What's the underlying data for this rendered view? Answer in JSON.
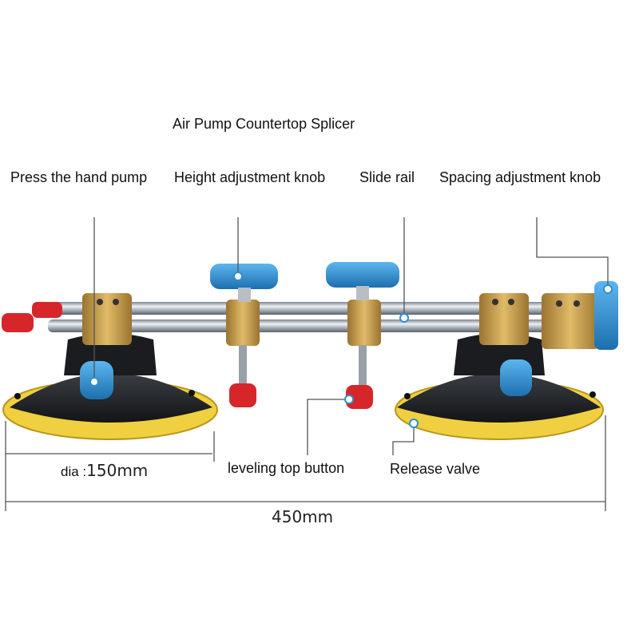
{
  "title": "Air Pump Countertop Splicer",
  "labels": {
    "hand_pump": "Press the hand pump",
    "height_knob": "Height adjustment knob",
    "slide_rail": "Slide rail",
    "spacing_knob": "Spacing adjustment knob",
    "leveling_button": "leveling top button",
    "release_valve": "Release valve"
  },
  "dimensions": {
    "dia_prefix": "dia :",
    "dia_value": "150mm",
    "total_length": "450mm"
  },
  "colors": {
    "suction_cup": "#1f2226",
    "rim": "#f0d040",
    "brass": "#c9a04a",
    "blue_knob": "#2d8fd0",
    "red_cap": "#d6262a",
    "rail": "#c8ccd2",
    "marker_dot": "#ffffff"
  }
}
